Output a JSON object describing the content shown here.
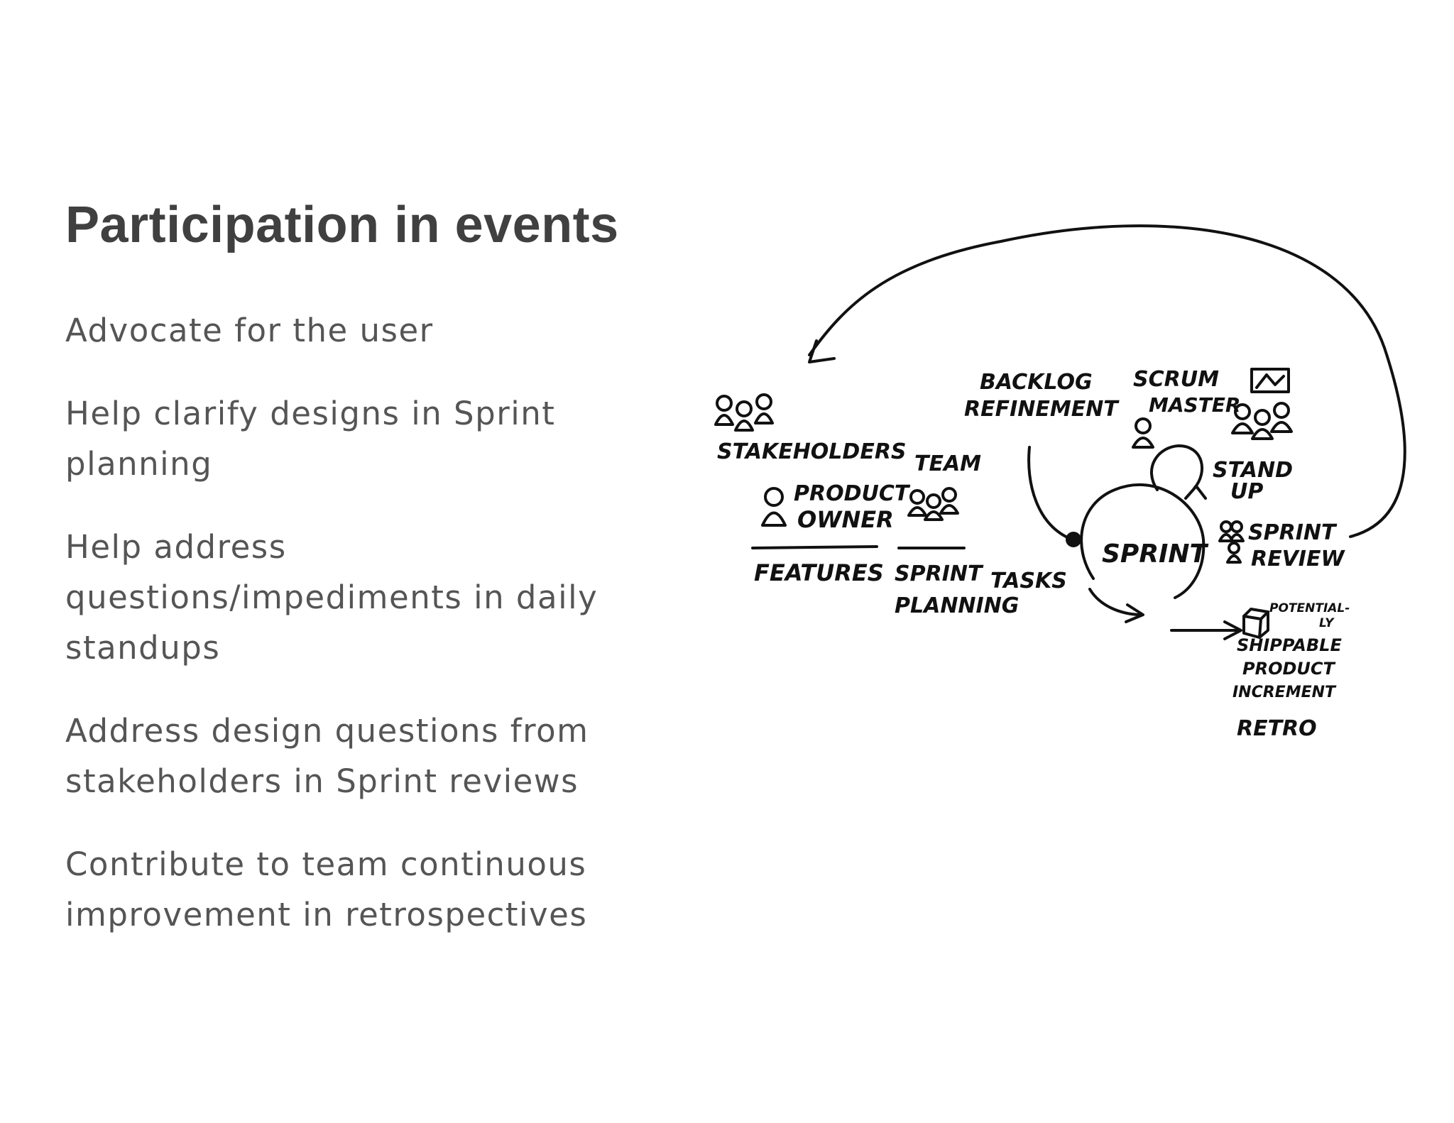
{
  "slide": {
    "title": "Participation in events",
    "bullets": [
      "Advocate for the user",
      "Help clarify designs in Sprint planning",
      "Help address questions/impediments in daily standups",
      "Address design questions from stakeholders in Sprint reviews",
      "Contribute to team continuous improvement in retrospectives"
    ]
  },
  "sketch": {
    "stakeholders": "STAKEHOLDERS",
    "product": "PRODUCT",
    "owner": "OWNER",
    "features": "FEATURES",
    "team": "TEAM",
    "sprint_planning_1": "SPRINT",
    "sprint_planning_2": "PLANNING",
    "tasks": "TASKS",
    "backlog": "BACKLOG",
    "refinement": "REFINEMENT",
    "scrum": "SCRUM",
    "master": "MASTER",
    "stand": "STAND",
    "up": "UP",
    "sprint": "SPRINT",
    "sprint_review_1": "SPRINT",
    "sprint_review_2": "REVIEW",
    "potential_1": "POTENTIAL-",
    "potential_2": "LY",
    "shippable": "SHIPPABLE",
    "product_inc": "PRODUCT",
    "increment": "INCREMENT",
    "retro": "RETRO"
  }
}
